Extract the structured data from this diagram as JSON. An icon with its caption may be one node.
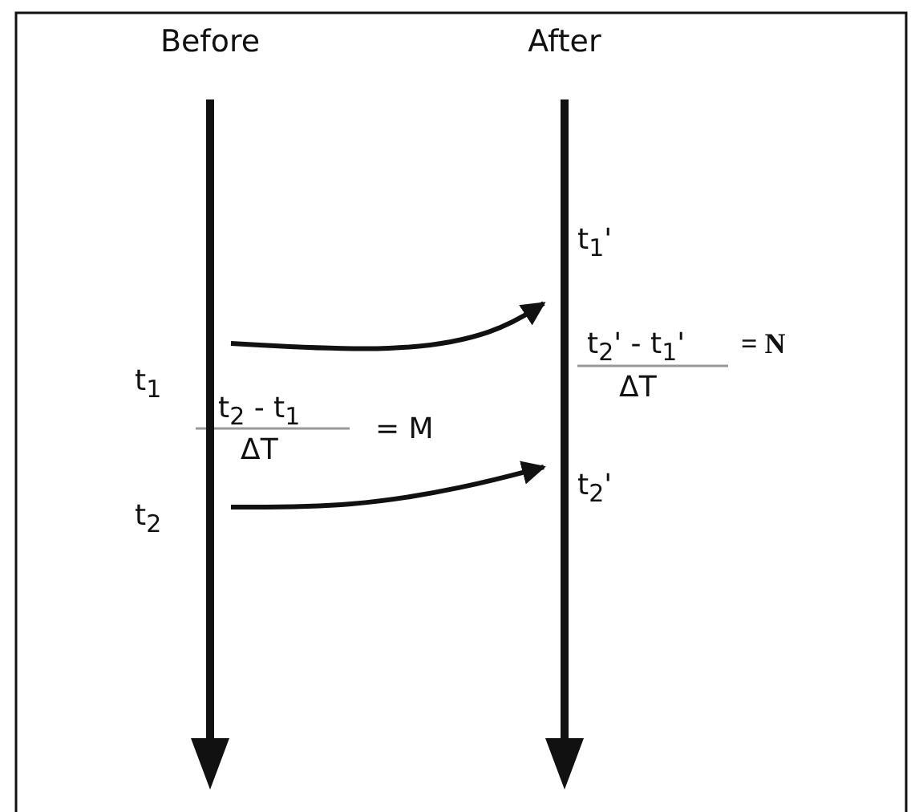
{
  "diagram": {
    "nodes": [
      {
        "text": [
          "Before"
        ]
      },
      {
        "text": [
          "After"
        ]
      }
    ],
    "edges": [
      {
        "from": 0,
        "to": 1,
        "arrow": "to"
      },
      {
        "from": 0,
        "to": 1,
        "arrow": "to"
      }
    ],
    "labels": [
      "t$_{1}$'",
      "t$_{2}$' - t$_{1}$'",
      "ΔT",
      "= N",
      "t$_{1}$",
      "t$_{2}$  - t$_{1}$",
      "ΔT",
      "= M",
      "t$_{2}$",
      "t$_{2}$'"
    ]
  }
}
